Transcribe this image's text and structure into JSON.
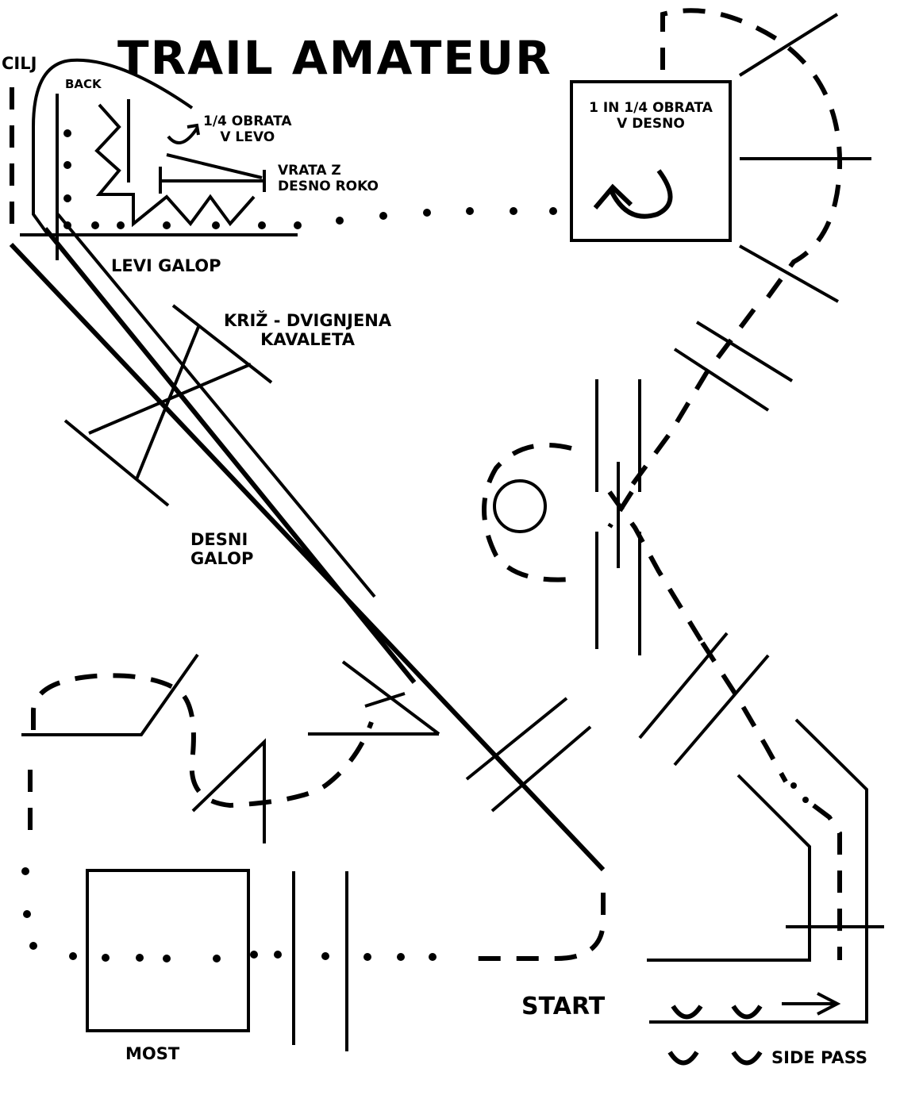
{
  "diagram": {
    "title": "TRAIL AMATEUR",
    "labels": {
      "cilj": "CILJ",
      "back": "BACK",
      "quarter_turn_l1": "1/4 OBRATA",
      "quarter_turn_l2": "V LEVO",
      "gate_l1": "VRATA Z",
      "gate_l2": "DESNO ROKO",
      "levi_galop": "LEVI GALOP",
      "kriz_l1": "KRIŽ - DVIGNJENA",
      "kriz_l2": "KAVALETA",
      "turn_box_l1": "1 IN 1/4 OBRATA",
      "turn_box_l2": "V DESNO",
      "desni_galop_l1": "DESNI",
      "desni_galop_l2": "GALOP",
      "start": "START",
      "most": "MOST",
      "side_pass": "SIDE PASS"
    }
  }
}
